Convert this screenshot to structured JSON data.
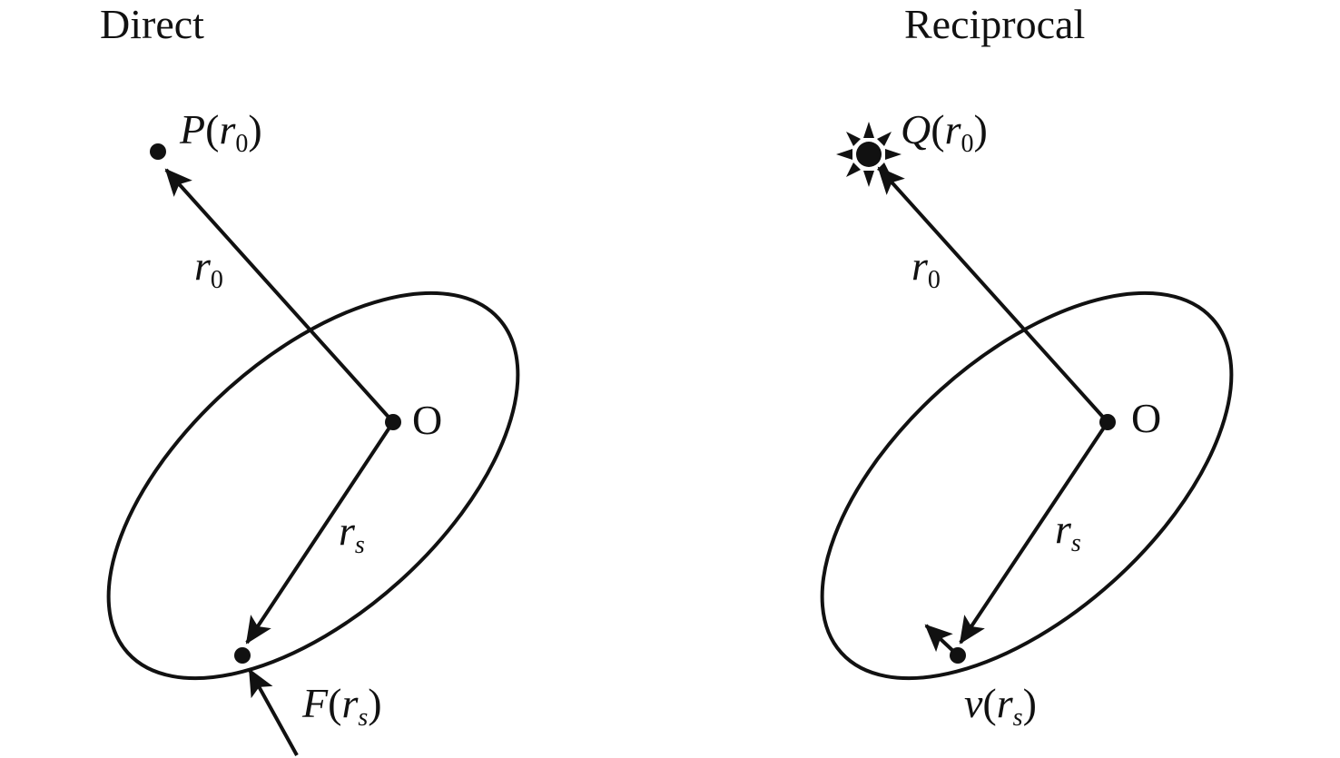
{
  "panels": {
    "direct": {
      "title": "Direct",
      "point_label": {
        "name": "P",
        "open": "(",
        "var": "r",
        "sub": "0",
        "close": ")"
      },
      "origin_label": "O",
      "vector_r0": {
        "var": "r",
        "sub": "0"
      },
      "vector_rs": {
        "var": "r",
        "sub": "s"
      },
      "source_label": {
        "name": "F",
        "open": "(",
        "var": "r",
        "sub": "s",
        "close": ")"
      }
    },
    "reciprocal": {
      "title": "Reciprocal",
      "point_label": {
        "name": "Q",
        "open": "(",
        "var": "r",
        "sub": "0",
        "close": ")"
      },
      "origin_label": "O",
      "vector_r0": {
        "var": "r",
        "sub": "0"
      },
      "vector_rs": {
        "var": "r",
        "sub": "s"
      },
      "source_label": {
        "name": "v",
        "open": "(",
        "var": "r",
        "sub": "s",
        "close": ")"
      }
    }
  },
  "colors": {
    "ink": "#111111",
    "background": "#ffffff"
  }
}
